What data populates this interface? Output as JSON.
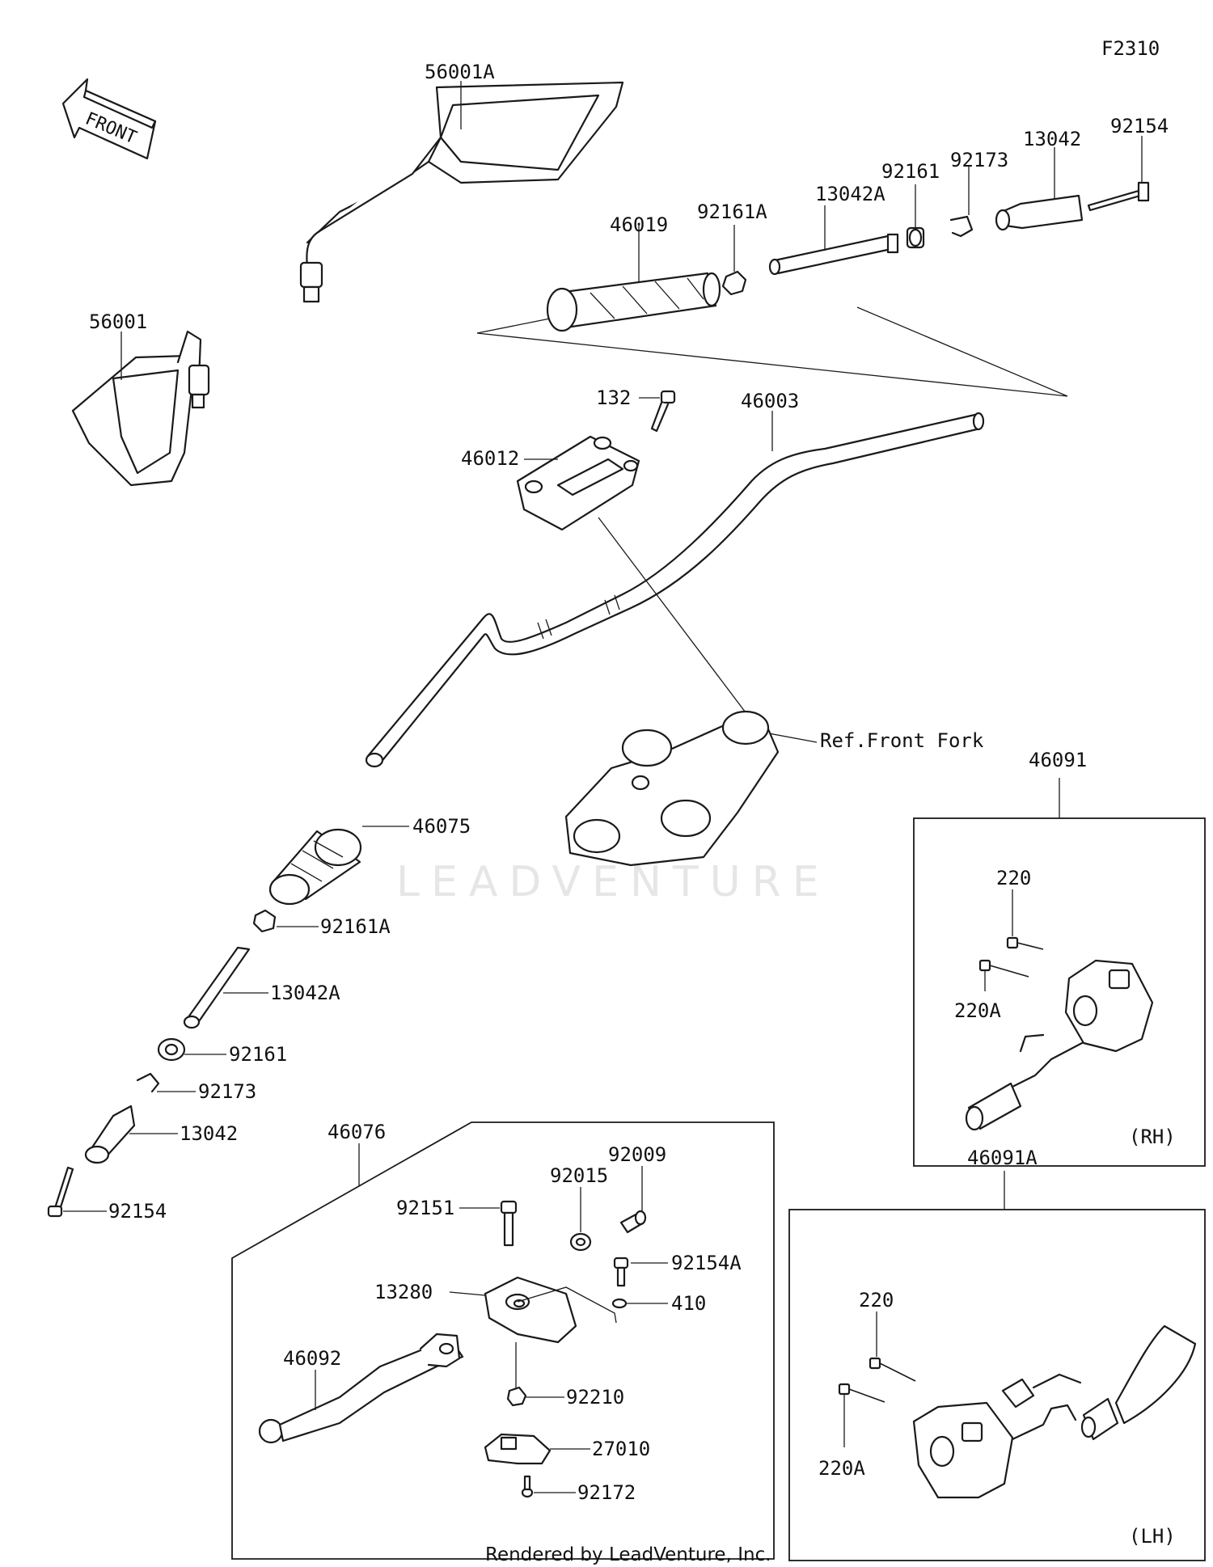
{
  "figure_code": "F2310",
  "front_label": "FRONT",
  "watermark": "LEADVENTURE",
  "footer": "Rendered by LeadVenture, Inc.",
  "labels": {
    "p56001A": "56001A",
    "p56001": "56001",
    "p46019": "46019",
    "p92161A_top": "92161A",
    "p13042A_top": "13042A",
    "p92161_top": "92161",
    "p92173_top": "92173",
    "p13042_top": "13042",
    "p92154_top": "92154",
    "p132": "132",
    "p46003": "46003",
    "p46012": "46012",
    "ref_front_fork": "Ref.Front Fork",
    "p46075": "46075",
    "p92161A_left": "92161A",
    "p13042A_left": "13042A",
    "p92161_left": "92161",
    "p92173_left": "92173",
    "p13042_left": "13042",
    "p92154_left": "92154",
    "p46091": "46091",
    "p220_rh": "220",
    "p220A_rh": "220A",
    "rh": "(RH)",
    "p46076": "46076",
    "p92009": "92009",
    "p92015": "92015",
    "p92151": "92151",
    "p92154A": "92154A",
    "p13280": "13280",
    "p410": "410",
    "p46092": "46092",
    "p92210": "92210",
    "p27010": "27010",
    "p92172": "92172",
    "p46091A": "46091A",
    "p220_lh": "220",
    "p220A_lh": "220A",
    "lh": "(LH)"
  }
}
